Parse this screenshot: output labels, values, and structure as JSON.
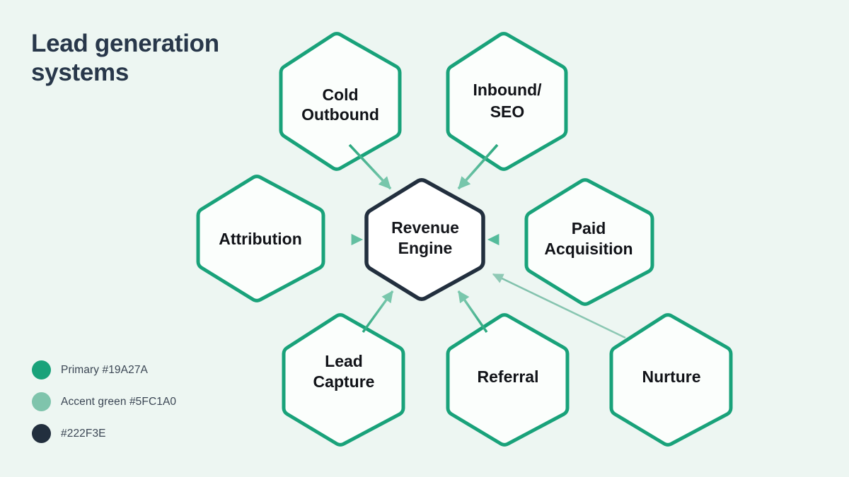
{
  "background_color": "#EDF6F2",
  "title": {
    "line1": "Lead generation",
    "line2": "systems"
  },
  "colors": {
    "primary": "#19A27A",
    "accent_green": "#5FC1A0",
    "dark": "#222F3E",
    "node_fill": "#FBFEFC",
    "title_color": "#28374A"
  },
  "diagram": {
    "type": "hub-and-spoke",
    "center": {
      "id": "revenue-engine",
      "label_line1": "Revenue",
      "label_line2": "Engine",
      "stroke": "#222F3E"
    },
    "nodes": [
      {
        "id": "cold-outbound",
        "label_line1": "Cold",
        "label_line2": "Outbound",
        "stroke": "#19A27A"
      },
      {
        "id": "inbound-seo",
        "label_line1": "Inbound/",
        "label_line2": "SEO",
        "stroke": "#19A27A"
      },
      {
        "id": "attribution",
        "label_line1": "Attribution",
        "label_line2": "",
        "stroke": "#19A27A"
      },
      {
        "id": "paid-acquisition",
        "label_line1": "Paid",
        "label_line2": "Acquisition",
        "stroke": "#19A27A"
      },
      {
        "id": "lead-capture",
        "label_line1": "Lead",
        "label_line2": "Capture",
        "stroke": "#19A27A"
      },
      {
        "id": "referral",
        "label_line1": "Referral",
        "label_line2": "",
        "stroke": "#19A27A"
      },
      {
        "id": "nurture",
        "label_line1": "Nurture",
        "label_line2": "",
        "stroke": "#19A27A"
      }
    ],
    "connections": [
      {
        "from": "cold-outbound",
        "to": "revenue-engine"
      },
      {
        "from": "inbound-seo",
        "to": "revenue-engine"
      },
      {
        "from": "attribution",
        "to": "revenue-engine"
      },
      {
        "from": "paid-acquisition",
        "to": "revenue-engine"
      },
      {
        "from": "lead-capture",
        "to": "revenue-engine"
      },
      {
        "from": "referral",
        "to": "revenue-engine"
      },
      {
        "from": "nurture",
        "to": "revenue-engine"
      }
    ]
  },
  "legend": {
    "items": [
      {
        "swatch": "#19A27A",
        "label": "Primary #19A27A"
      },
      {
        "swatch": "#7FC4AC",
        "label": "Accent green #5FC1A0"
      },
      {
        "swatch": "#222F3E",
        "label": "#222F3E"
      }
    ]
  }
}
